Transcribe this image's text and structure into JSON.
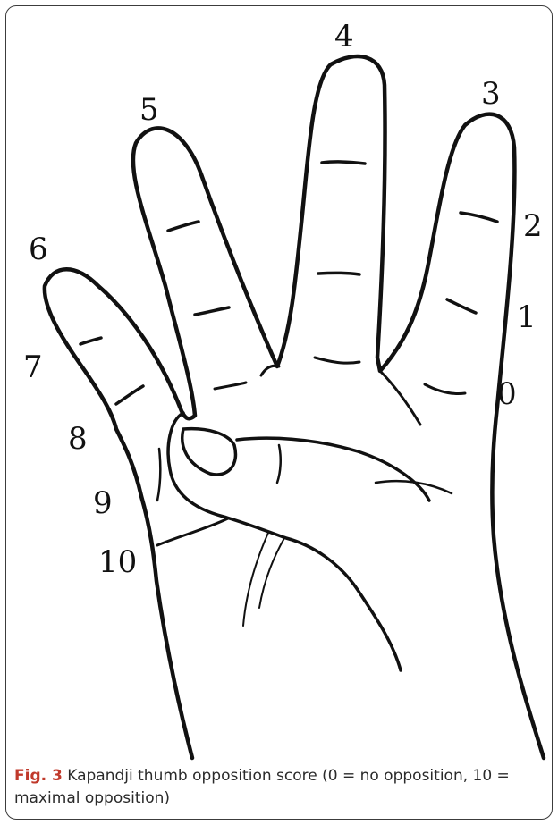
{
  "diagram": {
    "labels": {
      "n0": "0",
      "n1": "1",
      "n2": "2",
      "n3": "3",
      "n4": "4",
      "n5": "5",
      "n6": "6",
      "n7": "7",
      "n8": "8",
      "n9": "9",
      "n10": "10"
    }
  },
  "caption": {
    "label": "Fig. 3",
    "text": " Kapandji thumb opposition score (0 = no opposition, 10 = maximal opposition)"
  }
}
